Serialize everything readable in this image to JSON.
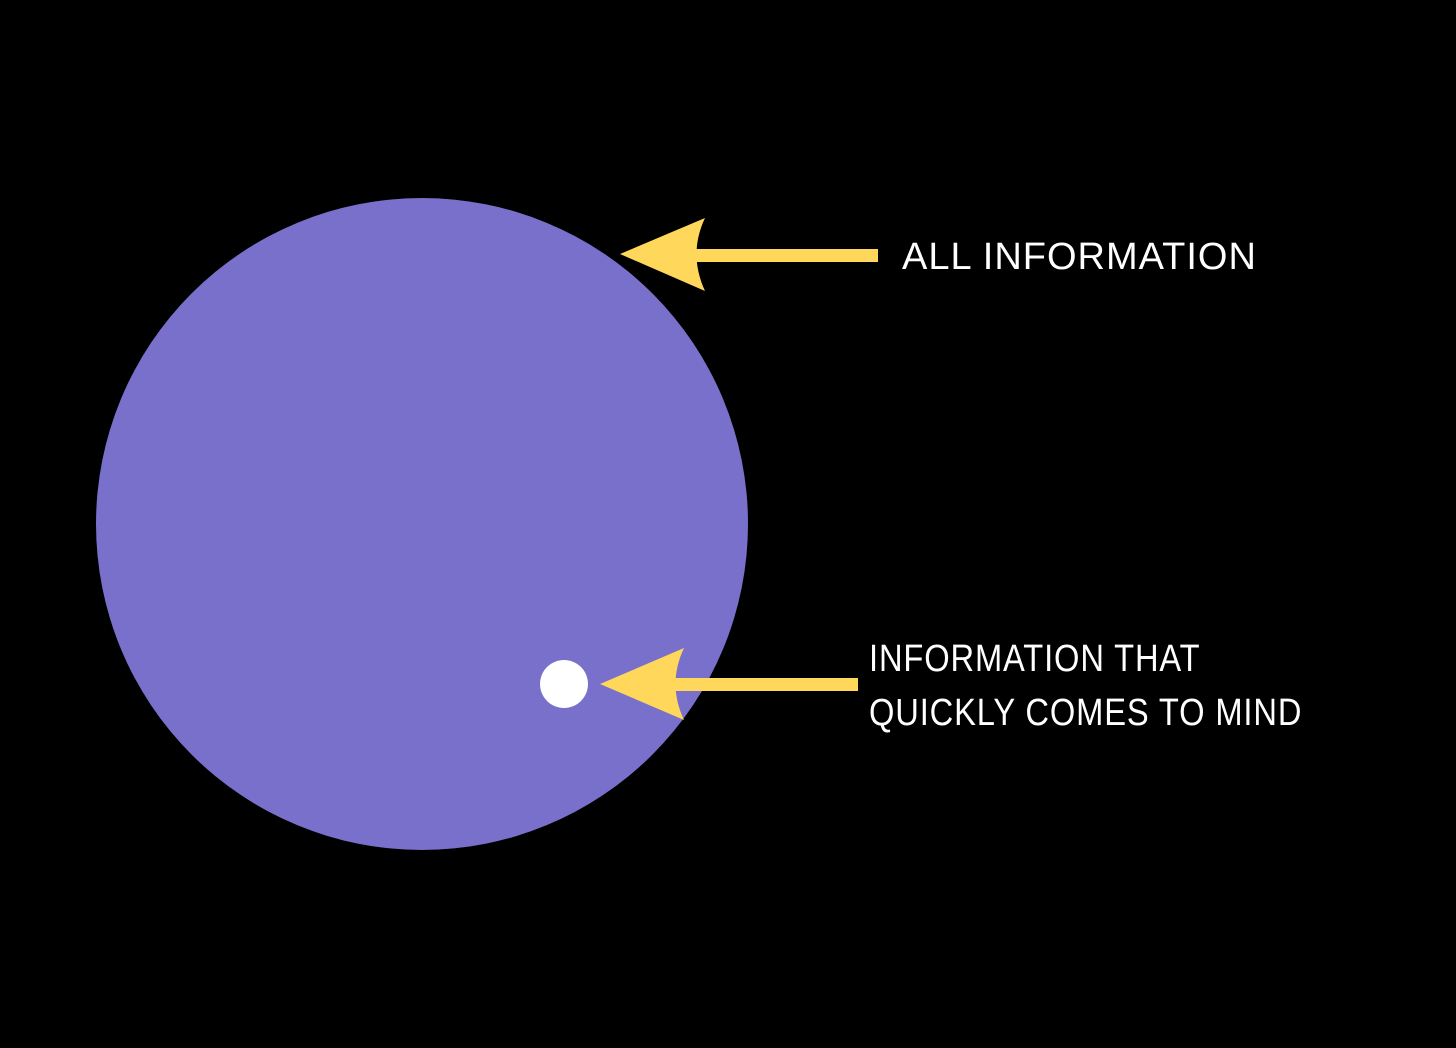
{
  "labels": {
    "all_information": "ALL INFORMATION",
    "quick_information_line1": "INFORMATION THAT",
    "quick_information_line2": "QUICKLY COMES TO MIND"
  },
  "colors": {
    "background": "#000000",
    "large_circle": "#7970cb",
    "small_circle": "#ffffff",
    "arrow": "#ffd75a",
    "text": "#ffffff"
  }
}
